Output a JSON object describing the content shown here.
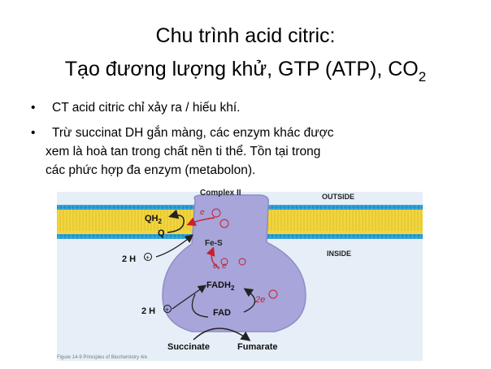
{
  "slide": {
    "title_line1": "Chu trình acid citric:",
    "title_line2": "Tạo đương lượng khử, GTP (ATP), CO",
    "title_line2_sub": "2",
    "bullets": [
      "CT acid citric chỉ xảy ra / hiếu khí.",
      "Trừ succinat DH gắn màng, các enzym khác được",
      "xem là hoà tan trong chất nền ti thể. Tồn tại trong",
      "các phức hợp đa enzym (metabolon)."
    ],
    "bullet_symbol": "•"
  },
  "figure": {
    "complex_label": "Complex II",
    "outside_label": "OUTSIDE",
    "inside_label": "INSIDE",
    "qh2": "QH",
    "qh2_sub": "2",
    "q": "Q",
    "fes": "Fe-S",
    "electron": "e",
    "two_e": "2e",
    "fadh2": "FADH",
    "fadh2_sub": "2",
    "fad": "FAD",
    "proton1": "2 H",
    "proton2": "2 H",
    "succinate": "Succinate",
    "fumarate": "Fumarate",
    "caption": "Figure 14-9 Principles of Biochemistry 4/e"
  },
  "colors": {
    "membrane_yellow": "#f2d640",
    "membrane_blue": "#1e8fc6",
    "complex_purple": "#a7a5d9",
    "electron_red": "#c8202e",
    "background_blue": "#e6eff7"
  }
}
